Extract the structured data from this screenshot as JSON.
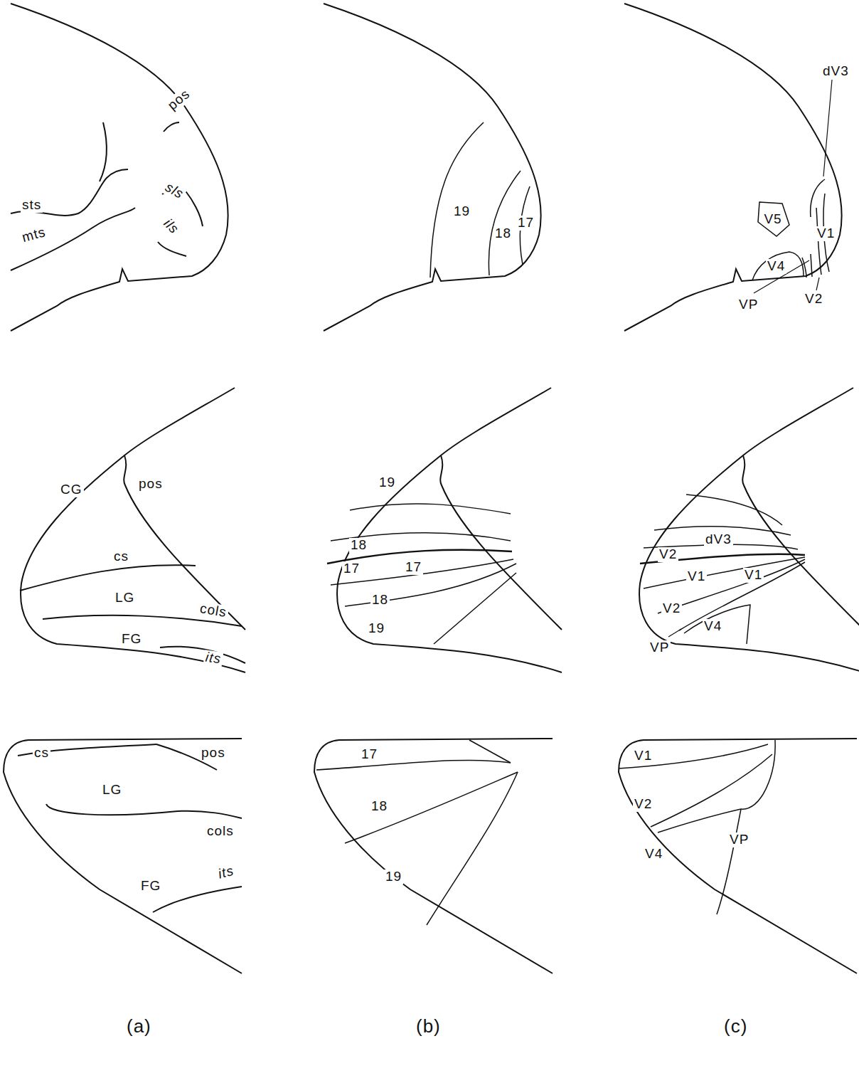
{
  "diagram": {
    "nodes": [
      {
        "text": [
          "V5"
        ]
      }
    ],
    "labels": [
      "pos",
      "sts",
      "mts",
      "sls",
      "ils",
      "19",
      "18",
      "17",
      "dV3",
      "V4",
      "V1",
      "V2",
      "VP",
      "pos",
      "CG",
      "cs",
      "LG",
      "cols",
      "FG",
      "its",
      "19",
      "18",
      "17",
      "17",
      "18",
      "19",
      "dV3",
      "V2",
      "V1",
      "V1",
      "V2",
      "V4",
      "VP",
      "cs",
      "pos",
      "LG",
      "cols",
      "FG",
      "its",
      "17",
      "18",
      "19",
      "V1",
      "V2",
      "VP",
      "V4",
      "(a)",
      "(b)",
      "(c)"
    ]
  }
}
